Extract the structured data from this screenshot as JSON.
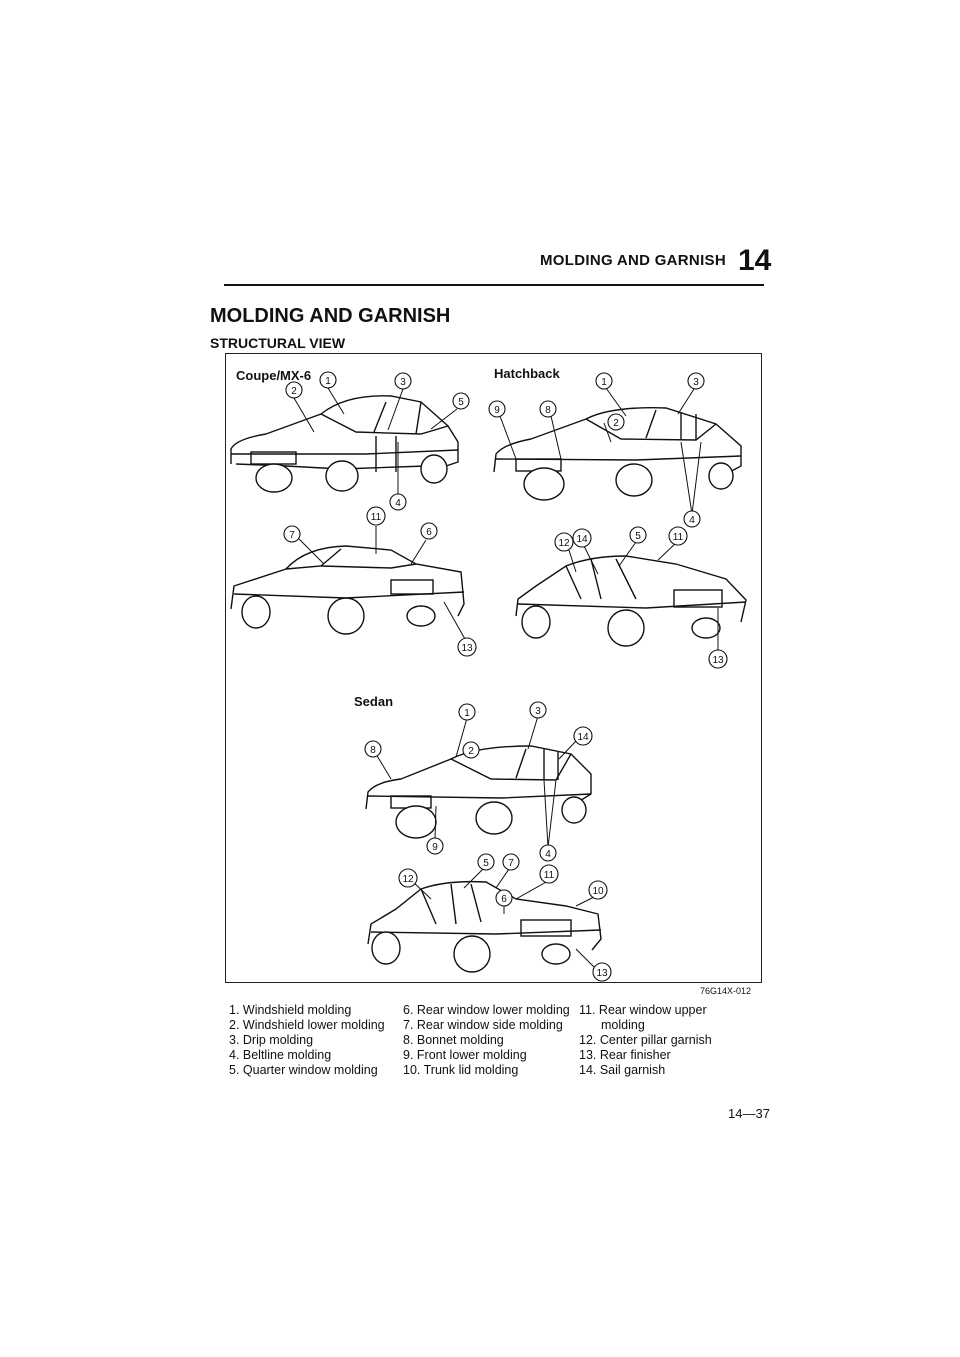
{
  "header": {
    "running_title": "MOLDING AND GARNISH",
    "chapter_number": "14"
  },
  "page_title": "MOLDING AND GARNISH",
  "section_title": "STRUCTURAL VIEW",
  "figure": {
    "labels": {
      "coupe": "Coupe/MX-6",
      "hatchback": "Hatchback",
      "sedan": "Sedan"
    },
    "code": "76G14X-012",
    "callouts": {
      "c1": "1",
      "c2": "2",
      "c3": "3",
      "c4": "4",
      "c5": "5",
      "c6": "6",
      "c7": "7",
      "c8": "8",
      "c9": "9",
      "c10": "10",
      "c11": "11",
      "c12": "12",
      "c13": "13",
      "c14": "14"
    }
  },
  "legend": {
    "col1": [
      "1. Windshield molding",
      "2. Windshield lower molding",
      "3. Drip molding",
      "4. Beltline molding",
      "5. Quarter window molding"
    ],
    "col2": [
      "6. Rear window lower molding",
      "7. Rear window side molding",
      "8. Bonnet molding",
      "9. Front lower molding",
      "10. Trunk lid molding"
    ],
    "col3": [
      "11. Rear window upper",
      "molding",
      "12. Center pillar garnish",
      "13. Rear finisher",
      "14. Sail garnish"
    ]
  },
  "page_number": "14—37"
}
